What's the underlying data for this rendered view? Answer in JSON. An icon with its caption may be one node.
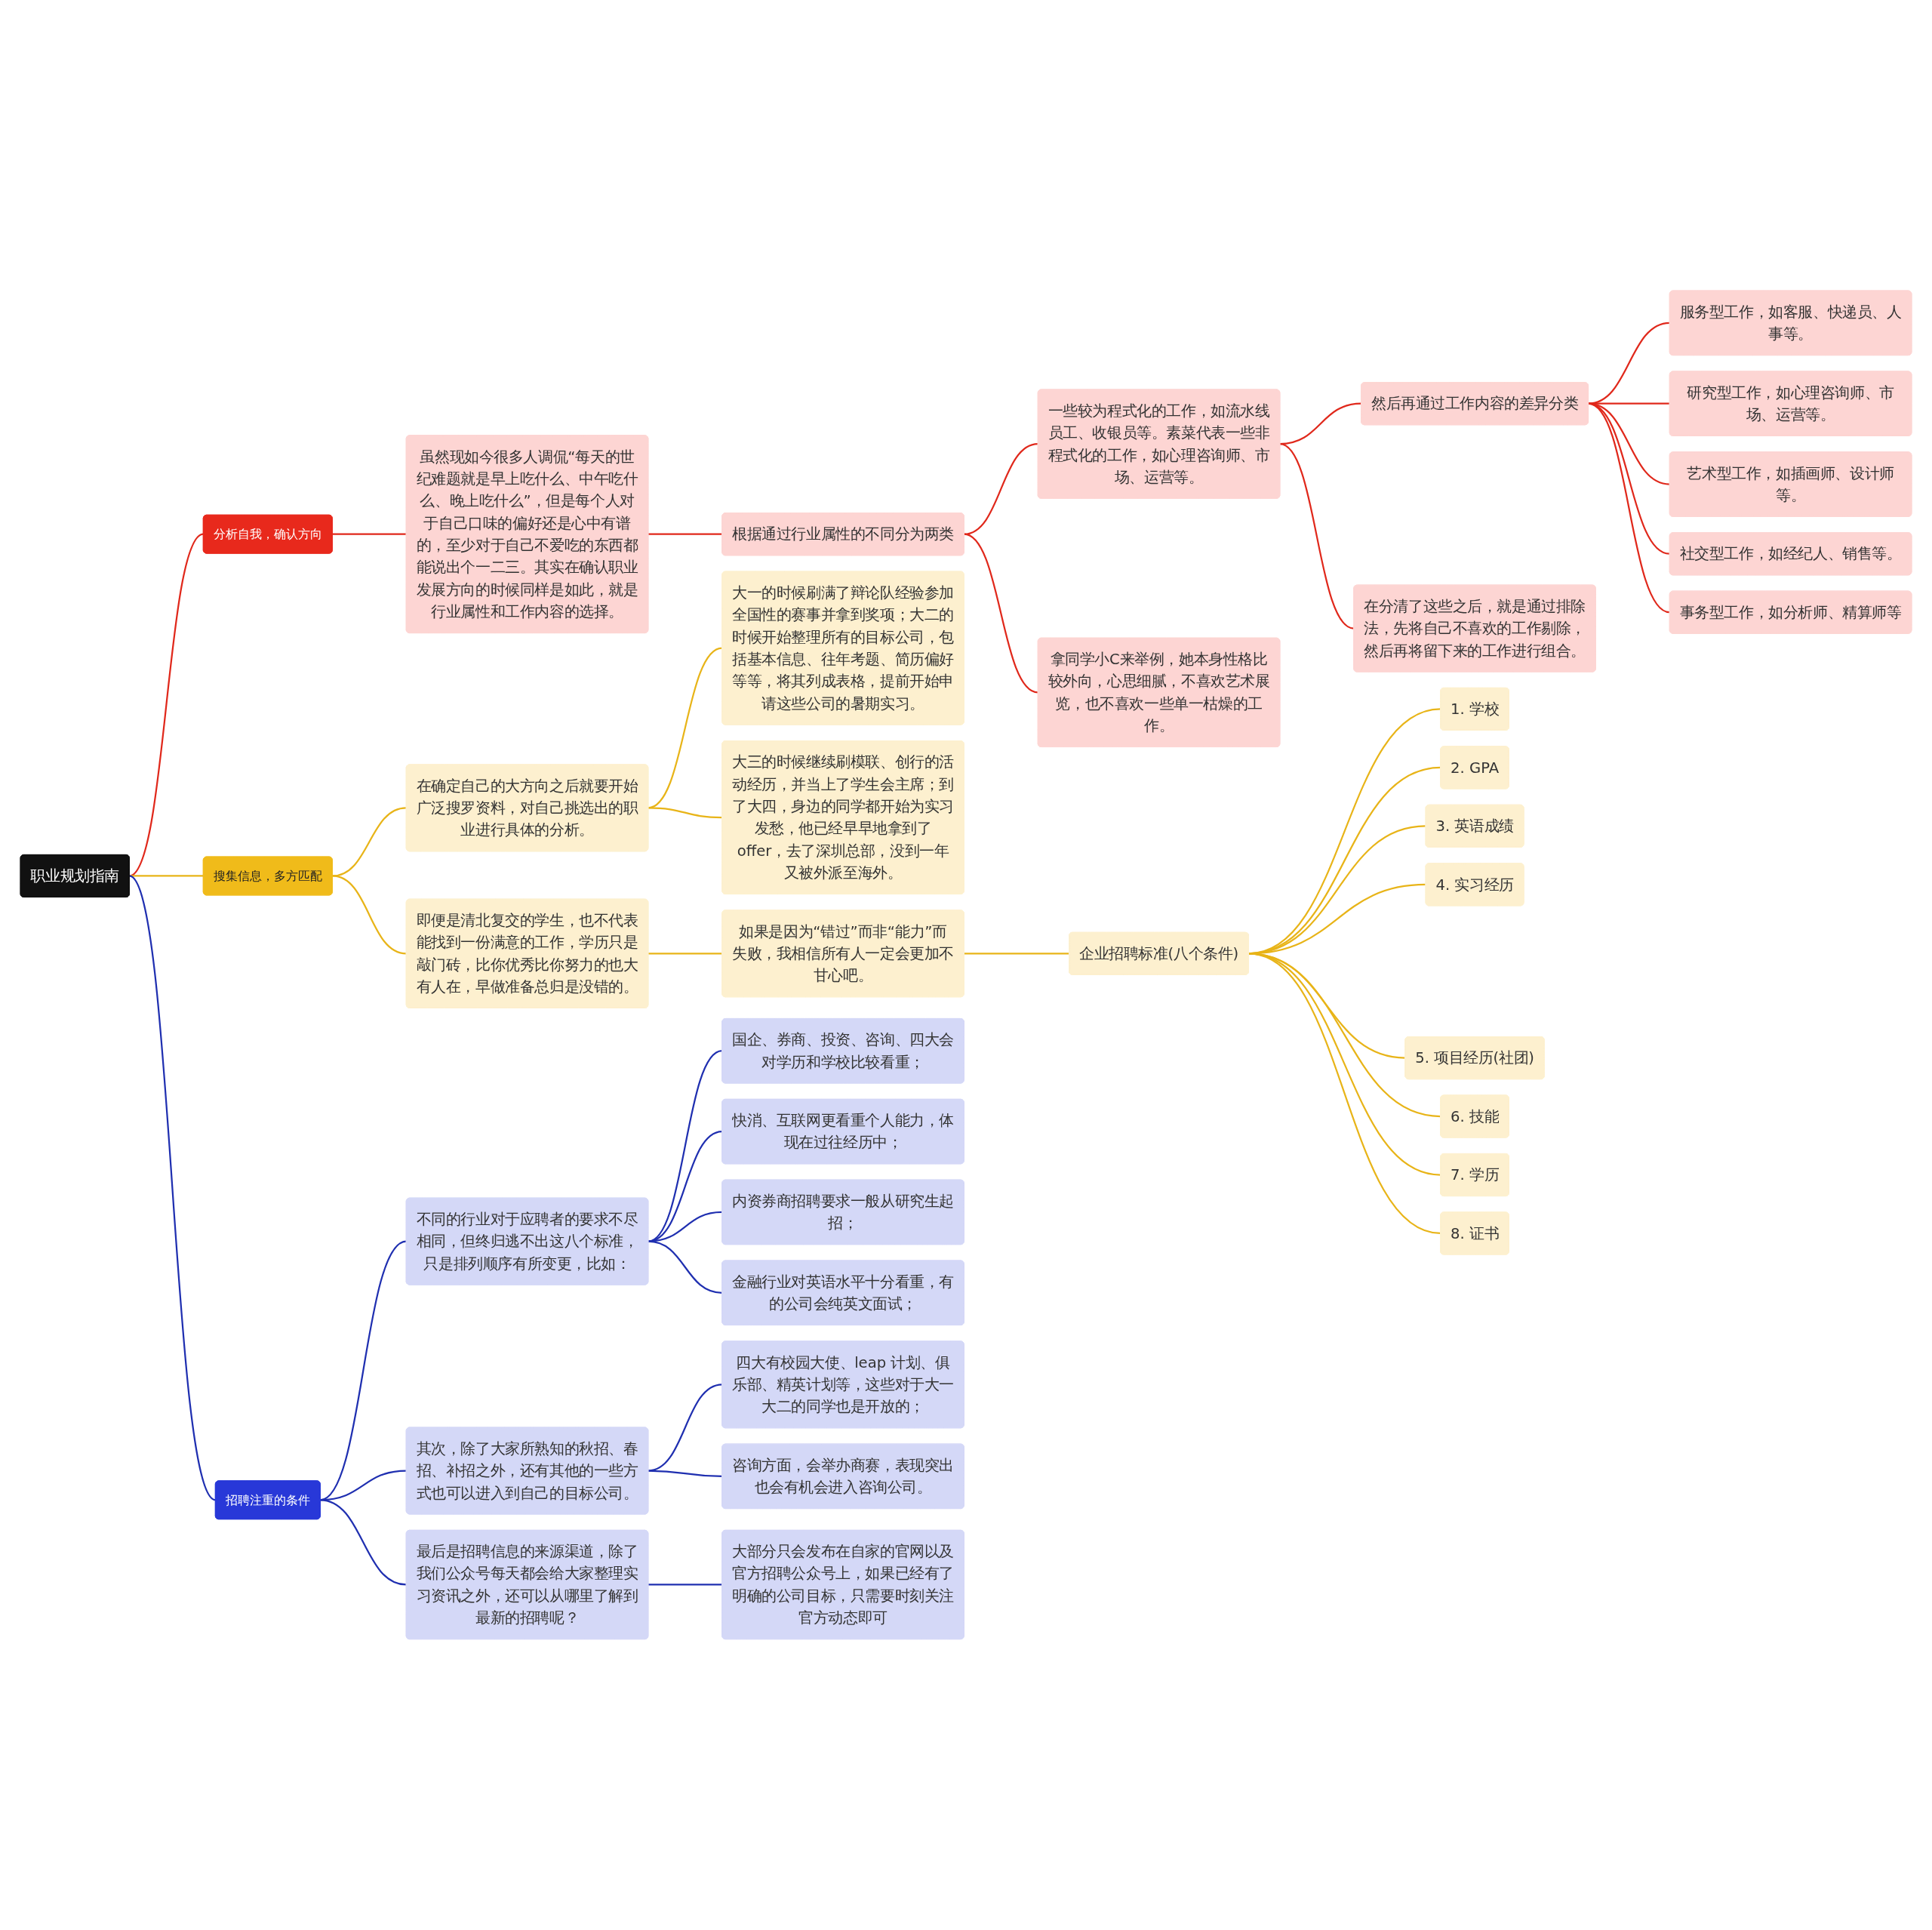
{
  "diagram": {
    "nodes": [
      {
        "text": [
          "职业规划指南"
        ]
      },
      {
        "text": [
          "分析自我，确认方向"
        ]
      },
      {
        "text": [
          "虽然现如今很多人调侃“每天的世纪难题就是早上吃什么、中午吃什么、晚上吃什么”，但是每个人对于自己口味的偏好还是心中有谱的，至少对于自己不爱吃的东西都能说出个一二三。其实在确认职业发展方向的时候同样是如此，就是行业属性和工作内容的选择。"
        ]
      },
      {
        "text": [
          "根据通过行业属性的不同分为两类"
        ]
      },
      {
        "text": [
          "一些较为程式化的工作，如流水线员工、收银员等。素菜代表一些非程式化的工作，如心理咨询师、市场、运营等。"
        ]
      },
      {
        "text": [
          "然后再通过工作内容的差异分类"
        ]
      },
      {
        "text": [
          "服务型工作，如客服、快递员、人事等。"
        ]
      },
      {
        "text": [
          "研究型工作，如心理咨询师、市场、运营等。"
        ]
      },
      {
        "text": [
          "艺术型工作，如插画师、设计师等。"
        ]
      },
      {
        "text": [
          "社交型工作，如经纪人、销售等。"
        ]
      },
      {
        "text": [
          "事务型工作，如分析师、精算师等"
        ]
      },
      {
        "text": [
          "在分清了这些之后，就是通过排除法，先将自己不喜欢的工作剔除，然后再将留下来的工作进行组合。"
        ]
      },
      {
        "text": [
          "拿同学小C来举例，她本身性格比较外向，心思细腻，不喜欢艺术展览，也不喜欢一些单一枯燥的工作。"
        ]
      },
      {
        "text": [
          "搜集信息，多方匹配"
        ]
      },
      {
        "text": [
          "在确定自己的大方向之后就要开始广泛搜罗资料，对自己挑选出的职业进行具体的分析。"
        ]
      },
      {
        "text": [
          "大一的时候刷满了辩论队经验参加全国性的赛事并拿到奖项；大二的时候开始整理所有的目标公司，包括基本信息、往年考题、简历偏好等等，将其列成表格，提前开始申请这些公司的暑期实习。"
        ]
      },
      {
        "text": [
          "大三的时候继续刷模联、创行的活动经历，并当上了学生会主席；到了大四，身边的同学都开始为实习发愁，他已经早早地拿到了offer，去了深圳总部，没到一年又被外派至海外。"
        ]
      },
      {
        "text": [
          "即便是清北复交的学生，也不代表能找到一份满意的工作，学历只是敲门砖，比你优秀比你努力的也大有人在，早做准备总归是没错的。"
        ]
      },
      {
        "text": [
          "如果是因为“错过”而非“能力”而失败，我相信所有人一定会更加不甘心吧。"
        ]
      },
      {
        "text": [
          "企业招聘标准(八个条件)"
        ]
      },
      {
        "text": [
          "1. 学校"
        ]
      },
      {
        "text": [
          "2. GPA"
        ]
      },
      {
        "text": [
          "3. 英语成绩"
        ]
      },
      {
        "text": [
          "4. 实习经历"
        ]
      },
      {
        "text": [
          "5. 项目经历(社团)"
        ]
      },
      {
        "text": [
          "6. 技能"
        ]
      },
      {
        "text": [
          "7. 学历"
        ]
      },
      {
        "text": [
          "8. 证书"
        ]
      },
      {
        "text": [
          "招聘注重的条件"
        ]
      },
      {
        "text": [
          "不同的行业对于应聘者的要求不尽相同，但终归逃不出这八个标准，只是排列顺序有所变更，比如："
        ]
      },
      {
        "text": [
          "国企、券商、投资、咨询、四大会对学历和学校比较看重；"
        ]
      },
      {
        "text": [
          "快消、互联网更看重个人能力，体现在过往经历中；"
        ]
      },
      {
        "text": [
          "内资券商招聘要求一般从研究生起招；"
        ]
      },
      {
        "text": [
          "金融行业对英语水平十分看重，有的公司会纯英文面试；"
        ]
      },
      {
        "text": [
          "其次，除了大家所熟知的秋招、春招、补招之外，还有其他的一些方式也可以进入到自己的目标公司。"
        ]
      },
      {
        "text": [
          "四大有校园大使、leap 计划、俱乐部、精英计划等，这些对于大一大二的同学也是开放的；"
        ]
      },
      {
        "text": [
          "咨询方面，会举办商赛，表现突出也会有机会进入咨询公司。"
        ]
      },
      {
        "text": [
          "最后是招聘信息的来源渠道，除了我们公众号每天都会给大家整理实习资讯之外，还可以从哪里了解到最新的招聘呢？"
        ]
      },
      {
        "text": [
          "大部分只会发布在自家的官网以及官方招聘公众号上，如果已经有了明确的公司目标，只需要时刻关注官方动态即可"
        ]
      }
    ],
    "edges": [
      {
        "from": 0,
        "to": 1,
        "arrow": "none",
        "color": "#e0281b"
      },
      {
        "from": 1,
        "to": 2,
        "arrow": "none",
        "color": "#e0281b"
      },
      {
        "from": 2,
        "to": 3,
        "arrow": "none",
        "color": "#e0281b"
      },
      {
        "from": 3,
        "to": 4,
        "arrow": "none",
        "color": "#e0281b"
      },
      {
        "from": 4,
        "to": 5,
        "arrow": "none",
        "color": "#e0281b"
      },
      {
        "from": 5,
        "to": 6,
        "arrow": "none",
        "color": "#e0281b"
      },
      {
        "from": 5,
        "to": 7,
        "arrow": "none",
        "color": "#e0281b"
      },
      {
        "from": 5,
        "to": 8,
        "arrow": "none",
        "color": "#e0281b"
      },
      {
        "from": 5,
        "to": 9,
        "arrow": "none",
        "color": "#e0281b"
      },
      {
        "from": 5,
        "to": 10,
        "arrow": "none",
        "color": "#e0281b"
      },
      {
        "from": 4,
        "to": 11,
        "arrow": "none",
        "color": "#e0281b"
      },
      {
        "from": 3,
        "to": 12,
        "arrow": "none",
        "color": "#e0281b"
      },
      {
        "from": 0,
        "to": 13,
        "arrow": "none",
        "color": "#e8b418"
      },
      {
        "from": 13,
        "to": 14,
        "arrow": "none",
        "color": "#e8b418"
      },
      {
        "from": 14,
        "to": 15,
        "arrow": "none",
        "color": "#e8b418"
      },
      {
        "from": 14,
        "to": 16,
        "arrow": "none",
        "color": "#e8b418"
      },
      {
        "from": 13,
        "to": 17,
        "arrow": "none",
        "color": "#e8b418"
      },
      {
        "from": 17,
        "to": 18,
        "arrow": "none",
        "color": "#e8b418"
      },
      {
        "from": 18,
        "to": 19,
        "arrow": "none",
        "color": "#e8b418"
      },
      {
        "from": 19,
        "to": 20,
        "arrow": "none",
        "color": "#e8b418"
      },
      {
        "from": 19,
        "to": 21,
        "arrow": "none",
        "color": "#e8b418"
      },
      {
        "from": 19,
        "to": 22,
        "arrow": "none",
        "color": "#e8b418"
      },
      {
        "from": 19,
        "to": 23,
        "arrow": "none",
        "color": "#e8b418"
      },
      {
        "from": 19,
        "to": 24,
        "arrow": "none",
        "color": "#e8b418"
      },
      {
        "from": 19,
        "to": 25,
        "arrow": "none",
        "color": "#e8b418"
      },
      {
        "from": 19,
        "to": 26,
        "arrow": "none",
        "color": "#e8b418"
      },
      {
        "from": 19,
        "to": 27,
        "arrow": "none",
        "color": "#e8b418"
      },
      {
        "from": 0,
        "to": 28,
        "arrow": "none",
        "color": "#1f2fb0"
      },
      {
        "from": 28,
        "to": 29,
        "arrow": "none",
        "color": "#1f2fb0"
      },
      {
        "from": 29,
        "to": 30,
        "arrow": "none",
        "color": "#1f2fb0"
      },
      {
        "from": 29,
        "to": 31,
        "arrow": "none",
        "color": "#1f2fb0"
      },
      {
        "from": 29,
        "to": 32,
        "arrow": "none",
        "color": "#1f2fb0"
      },
      {
        "from": 29,
        "to": 33,
        "arrow": "none",
        "color": "#1f2fb0"
      },
      {
        "from": 28,
        "to": 34,
        "arrow": "none",
        "color": "#1f2fb0"
      },
      {
        "from": 34,
        "to": 35,
        "arrow": "none",
        "color": "#1f2fb0"
      },
      {
        "from": 34,
        "to": 36,
        "arrow": "none",
        "color": "#1f2fb0"
      },
      {
        "from": 28,
        "to": 37,
        "arrow": "none",
        "color": "#1f2fb0"
      },
      {
        "from": 37,
        "to": 38,
        "arrow": "none",
        "color": "#1f2fb0"
      }
    ]
  }
}
